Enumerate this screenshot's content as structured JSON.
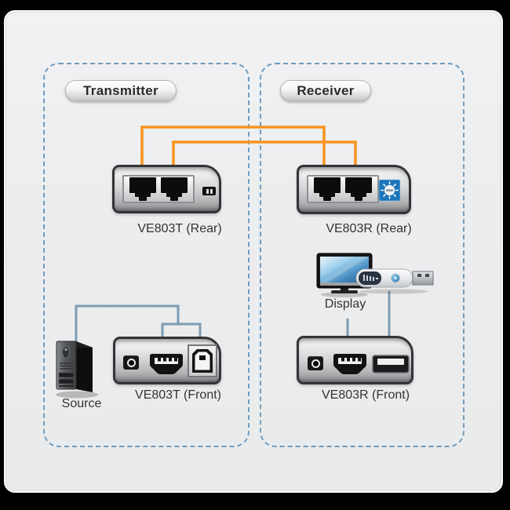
{
  "diagram": {
    "transmitter": {
      "group_label": "Transmitter",
      "rear_label": "VE803T (Rear)",
      "front_label": "VE803T (Front)",
      "source_label": "Source"
    },
    "receiver": {
      "group_label": "Receiver",
      "rear_label": "VE803R (Rear)",
      "front_label": "VE803R (Front)",
      "display_label": "Display"
    },
    "colors": {
      "cable_cat5_orange": "#f7941e",
      "cable_device_blue": "#7d9cb3",
      "group_border_blue": "#6f9cc0",
      "rotary_switch_blue": "#1b75bb",
      "label_text": "#333333",
      "card_background": "#ecedee",
      "page_background": "#000000"
    },
    "icons": {
      "transmitter_rear_ports": [
        "rj45-port-icon",
        "rj45-port-icon",
        "slide-switch-icon"
      ],
      "receiver_rear_ports": [
        "rj45-port-icon",
        "rj45-port-icon",
        "rotary-switch-icon"
      ],
      "transmitter_front_ports": [
        "power-jack-icon",
        "hdmi-port-icon",
        "usb-b-port-icon"
      ],
      "receiver_front_ports": [
        "power-jack-icon",
        "hdmi-port-icon",
        "usb-a-port-icon"
      ],
      "peripherals": [
        "desktop-tower-icon",
        "monitor-icon",
        "usb-flash-drive-icon"
      ]
    }
  }
}
